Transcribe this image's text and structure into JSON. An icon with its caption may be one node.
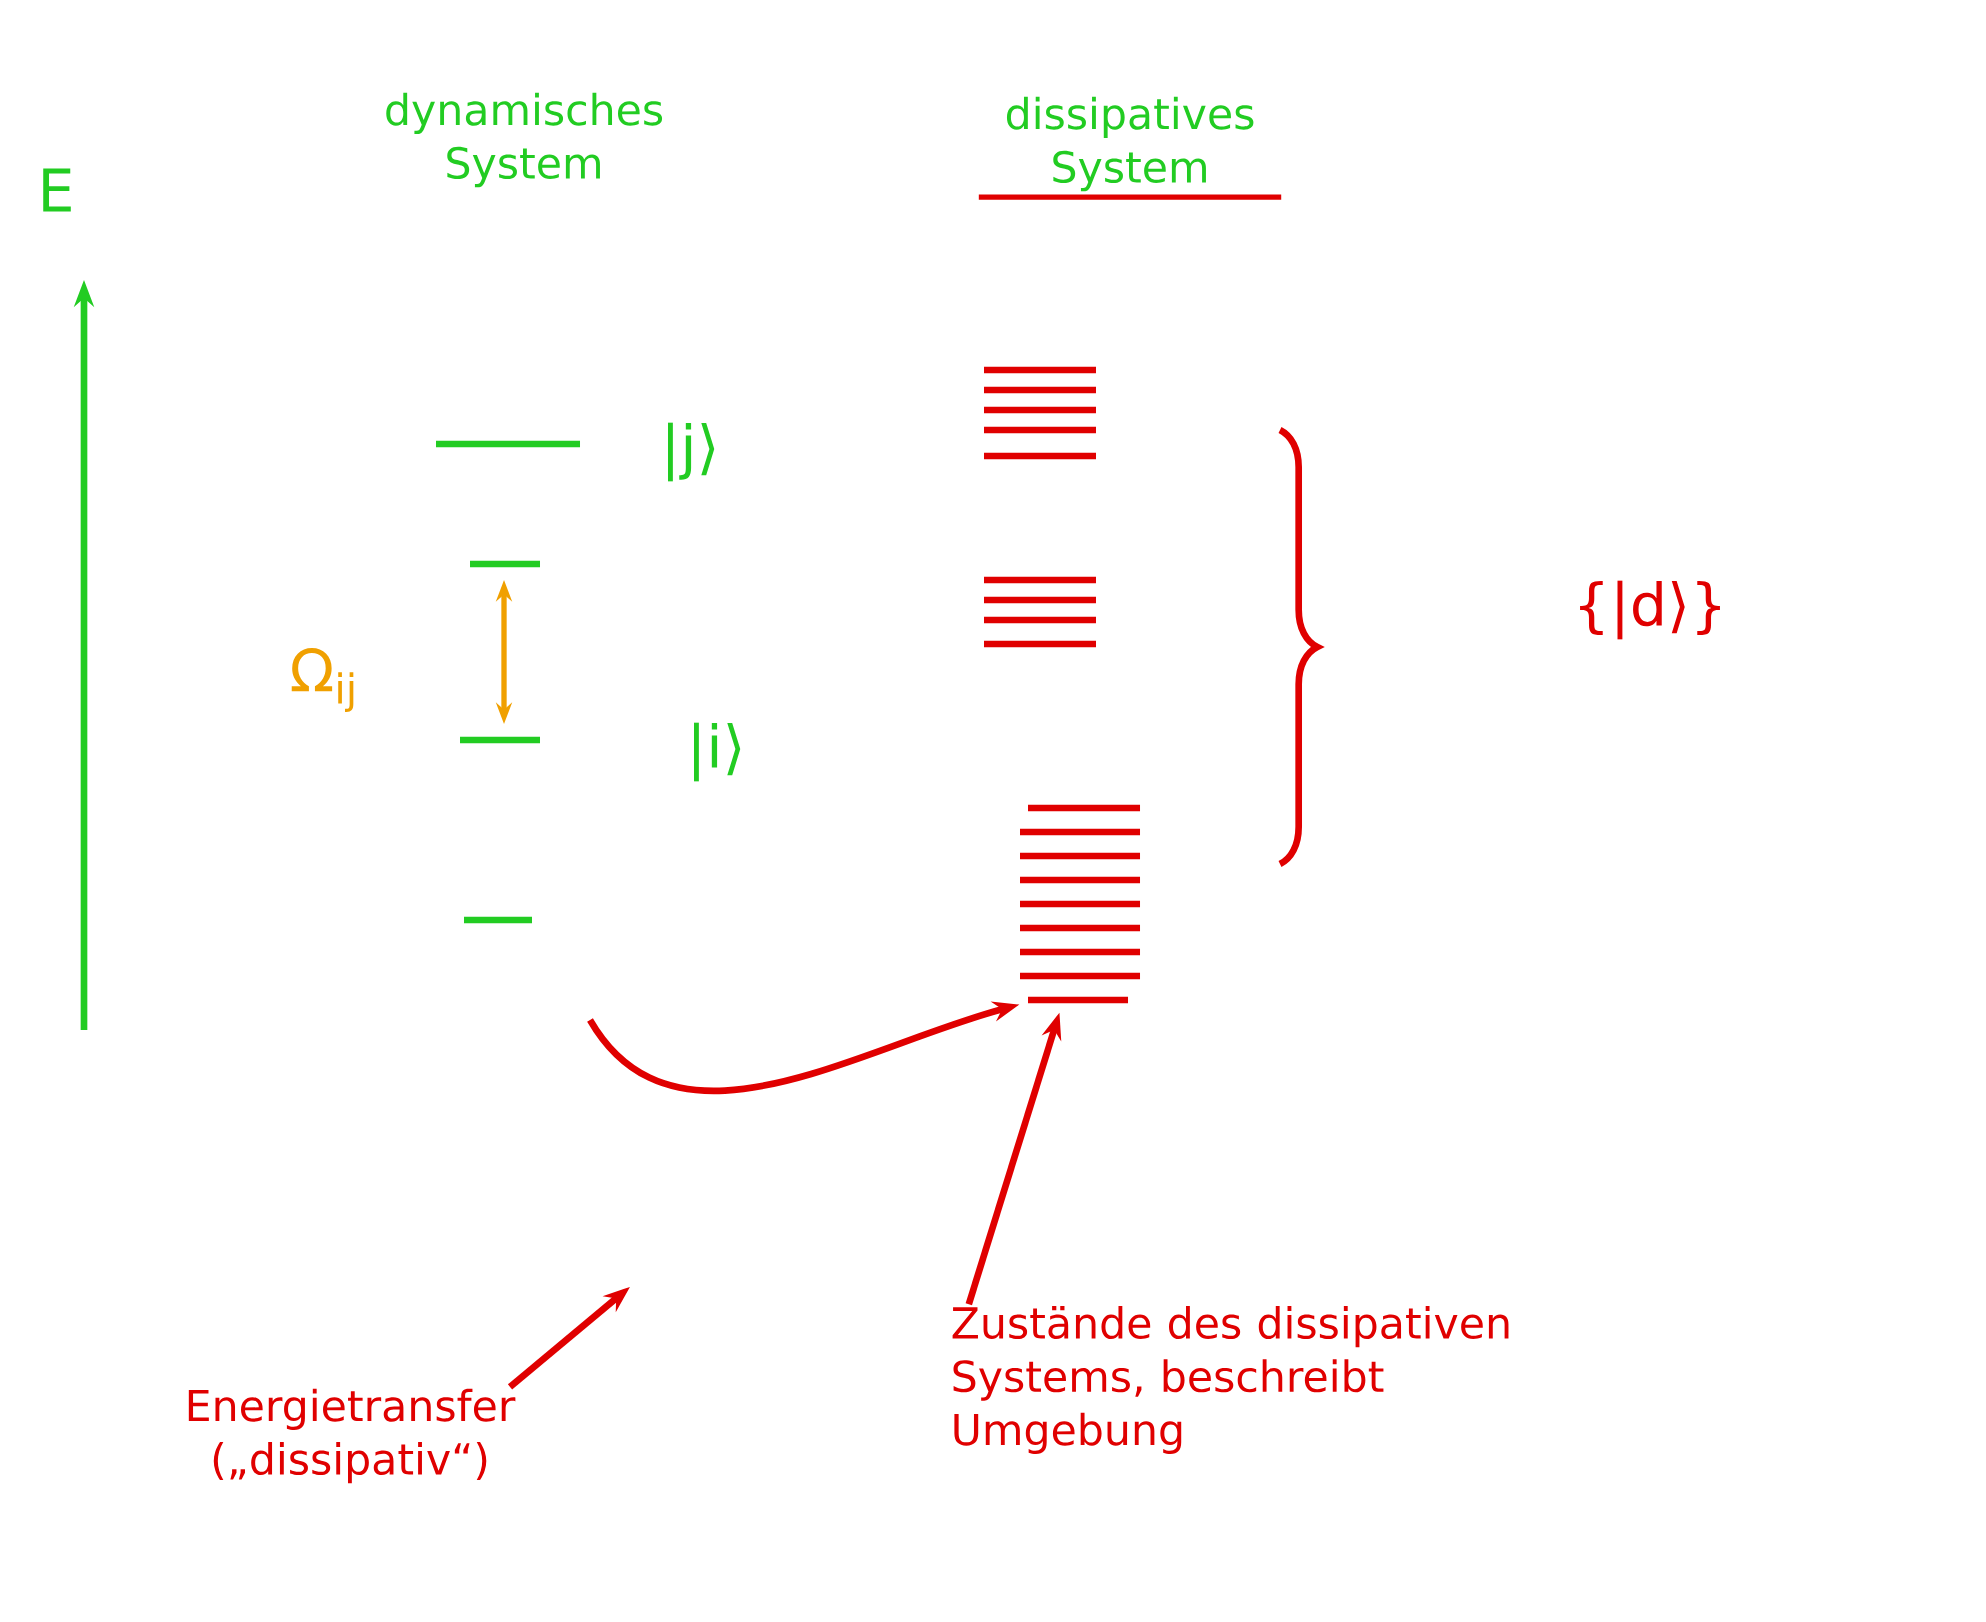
{
  "diagram": {
    "nodes": [
      {
        "text": [
          "dynamisches System"
        ]
      },
      {
        "text": [
          "dissipatives System"
        ]
      },
      {
        "text": [],
        "shape": "bar"
      },
      {
        "text": [
          "Energietransfer („dissipativ“)"
        ]
      },
      {
        "text": [
          "Zustände des dissipativen Systems, beschreibt Umgebung"
        ]
      }
    ],
    "edges": [
      {
        "from": null,
        "to": 2,
        "arrow": "to"
      },
      {
        "from": 3,
        "to": null,
        "arrow": "to"
      },
      {
        "from": 4,
        "to": 2,
        "arrow": "to"
      }
    ],
    "labels": [
      "E",
      "|j⟩",
      "Ω$_{ij}$",
      "|i⟩",
      "{|d⟩}"
    ]
  }
}
